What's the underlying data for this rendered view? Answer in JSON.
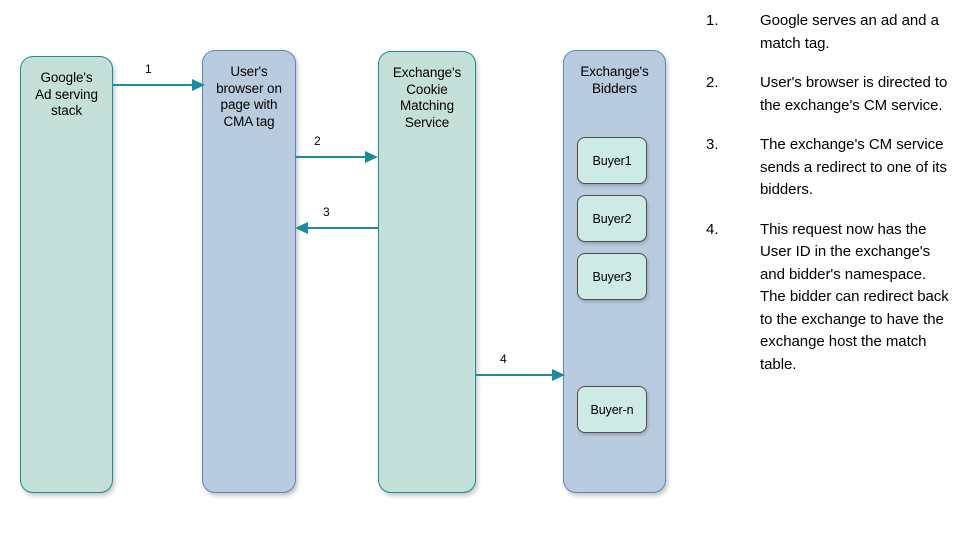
{
  "diagram": {
    "lanes": [
      {
        "id": "google",
        "label": "Google's\nAd serving\nstack",
        "fill": "#c5e0d8",
        "stroke": "#1b8c9b"
      },
      {
        "id": "browser",
        "label": "User's\nbrowser on\npage with\nCMA tag",
        "fill": "#b9cbdf",
        "stroke": "#5d86c4"
      },
      {
        "id": "cms",
        "label": "Exchange's\nCookie\nMatching\nService",
        "fill": "#c5e0d8",
        "stroke": "#1b8c9b"
      },
      {
        "id": "bidders",
        "label": "Exchange's\nBidders",
        "fill": "#b9cbdf",
        "stroke": "#5d86c4"
      }
    ],
    "lane_titles": {
      "google": "Google's Ad serving stack",
      "browser": "User's browser on page with CMA tag",
      "cms": "Exchange's Cookie Matching Service",
      "bidders": "Exchange's Bidders"
    },
    "buyers": [
      {
        "id": "buyer-1",
        "label": "Buyer1"
      },
      {
        "id": "buyer-2",
        "label": "Buyer2"
      },
      {
        "id": "buyer-3",
        "label": "Buyer3"
      },
      {
        "id": "buyer-n",
        "label": "Buyer-n"
      }
    ],
    "buyer_fill": "#cdeae5",
    "buyer_stroke": "#4f4f4f",
    "arrow_color": "#1b8c9b",
    "arrows": [
      {
        "id": "arrow-1",
        "label": "1",
        "from": "google",
        "to": "browser",
        "direction": "right"
      },
      {
        "id": "arrow-2",
        "label": "2",
        "from": "browser",
        "to": "cms",
        "direction": "right"
      },
      {
        "id": "arrow-3",
        "label": "3",
        "from": "cms",
        "to": "browser",
        "direction": "left"
      },
      {
        "id": "arrow-4",
        "label": "4",
        "from": "cms",
        "to": "bidders",
        "direction": "right"
      }
    ]
  },
  "steps": [
    {
      "num": "1.",
      "text": "Google serves an ad and a match tag."
    },
    {
      "num": "2.",
      "text": "User's browser is directed to the exchange's CM service."
    },
    {
      "num": "3.",
      "text": "The exchange's CM service sends a redirect to one of its bidders."
    },
    {
      "num": "4.",
      "text": "This request now has the User ID in the exchange's and bidder's namespace. The bidder can redirect back to the exchange to have the exchange host the match table."
    }
  ]
}
